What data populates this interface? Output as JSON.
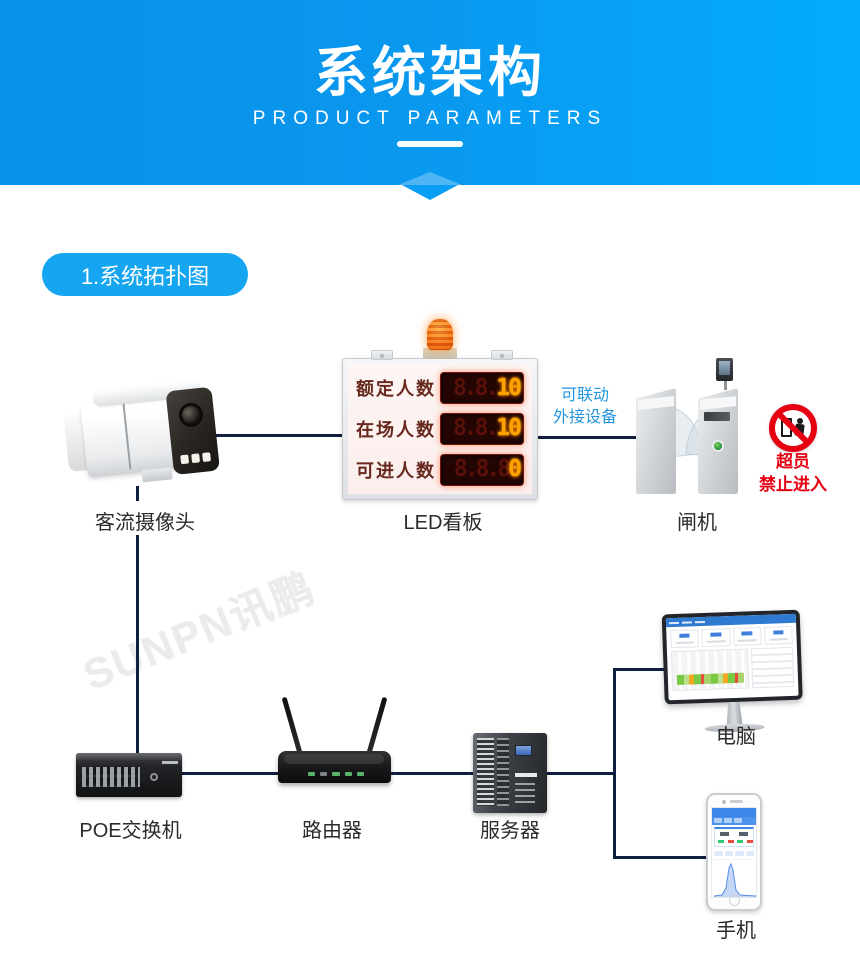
{
  "header": {
    "title": "系统架构",
    "subtitle": "PRODUCT PARAMETERS"
  },
  "section": {
    "label": "1.系统拓扑图"
  },
  "watermark": "SUNPN讯鹏",
  "diagram": {
    "camera": {
      "label": "客流摄像头"
    },
    "led_board": {
      "label": "LED看板",
      "rows": [
        {
          "name": "额定人数",
          "ghost": "8.8.",
          "value": "10"
        },
        {
          "name": "在场人数",
          "ghost": "8.8.",
          "value": "10"
        },
        {
          "name": "可进人数",
          "ghost": "8.8.8",
          "value": "0"
        }
      ]
    },
    "annotation": {
      "line1": "可联动",
      "line2": "外接设备"
    },
    "gate": {
      "label": "闸机"
    },
    "warning": {
      "line1": "超员",
      "line2": "禁止进入"
    },
    "poe_switch": {
      "label": "POE交换机"
    },
    "router": {
      "label": "路由器"
    },
    "server": {
      "label": "服务器"
    },
    "pc": {
      "label": "电脑"
    },
    "phone": {
      "label": "手机"
    }
  },
  "colors": {
    "header_gradient_start": "#0990e8",
    "header_gradient_end": "#03abfd",
    "section_pill": "#16a6f1",
    "connector_line": "#0f1f3d",
    "annotation_blue": "#2496dc",
    "warning_red": "#e60012",
    "led_bright": "#ffa200"
  }
}
